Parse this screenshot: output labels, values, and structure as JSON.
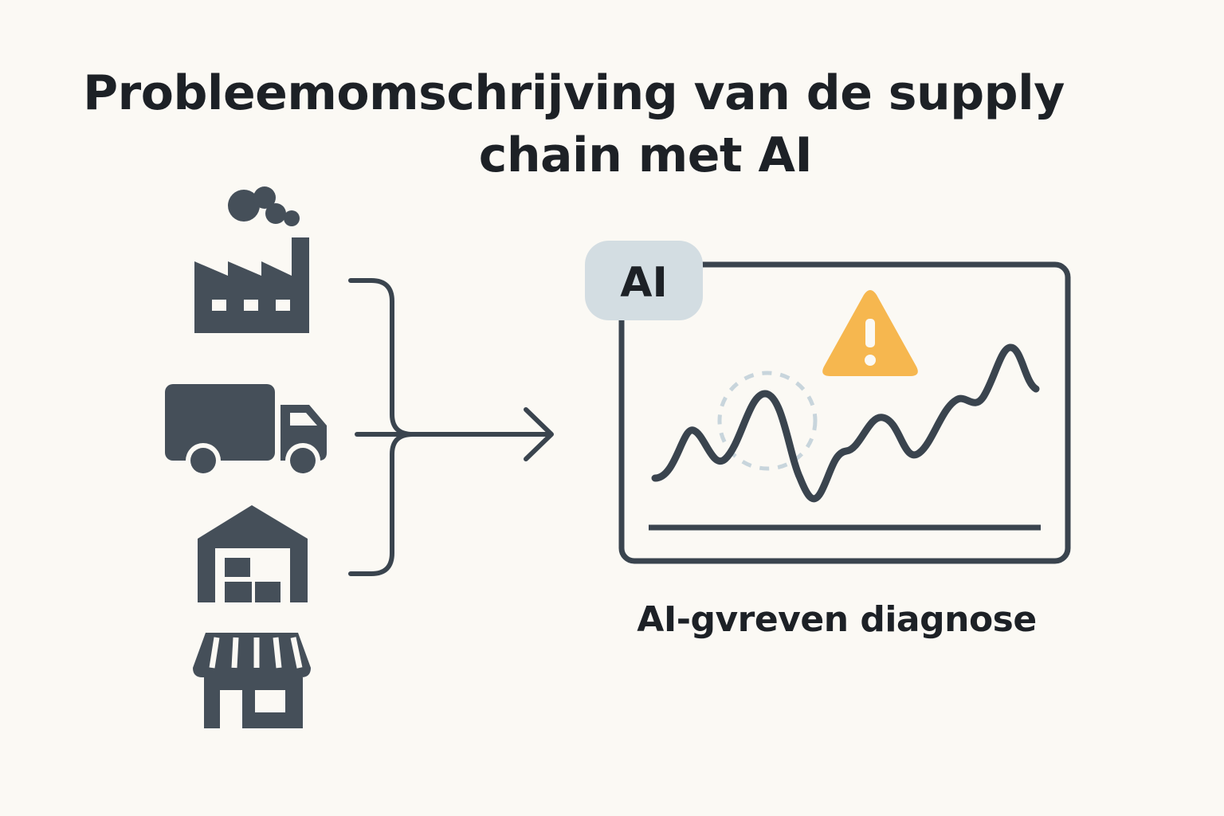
{
  "title": {
    "line1": "Probleemomschrijving van de supply",
    "line2": "chain met AI"
  },
  "sources": [
    {
      "name": "factory",
      "icon": "factory-icon"
    },
    {
      "name": "truck",
      "icon": "truck-icon"
    },
    {
      "name": "warehouse",
      "icon": "warehouse-icon"
    },
    {
      "name": "store",
      "icon": "store-icon"
    }
  ],
  "panel": {
    "badge_label": "AI",
    "alert_icon": "warning-icon",
    "anomaly_marker": "dashed-circle"
  },
  "caption": "AI-gvreven diagnose",
  "colors": {
    "background": "#fbf9f4",
    "icon_fill": "#454f59",
    "stroke": "#3a444e",
    "badge_bg": "#d3dde2",
    "warning": "#f6b74f",
    "anomaly_circle": "#c8d5dc",
    "text": "#1d2126"
  }
}
